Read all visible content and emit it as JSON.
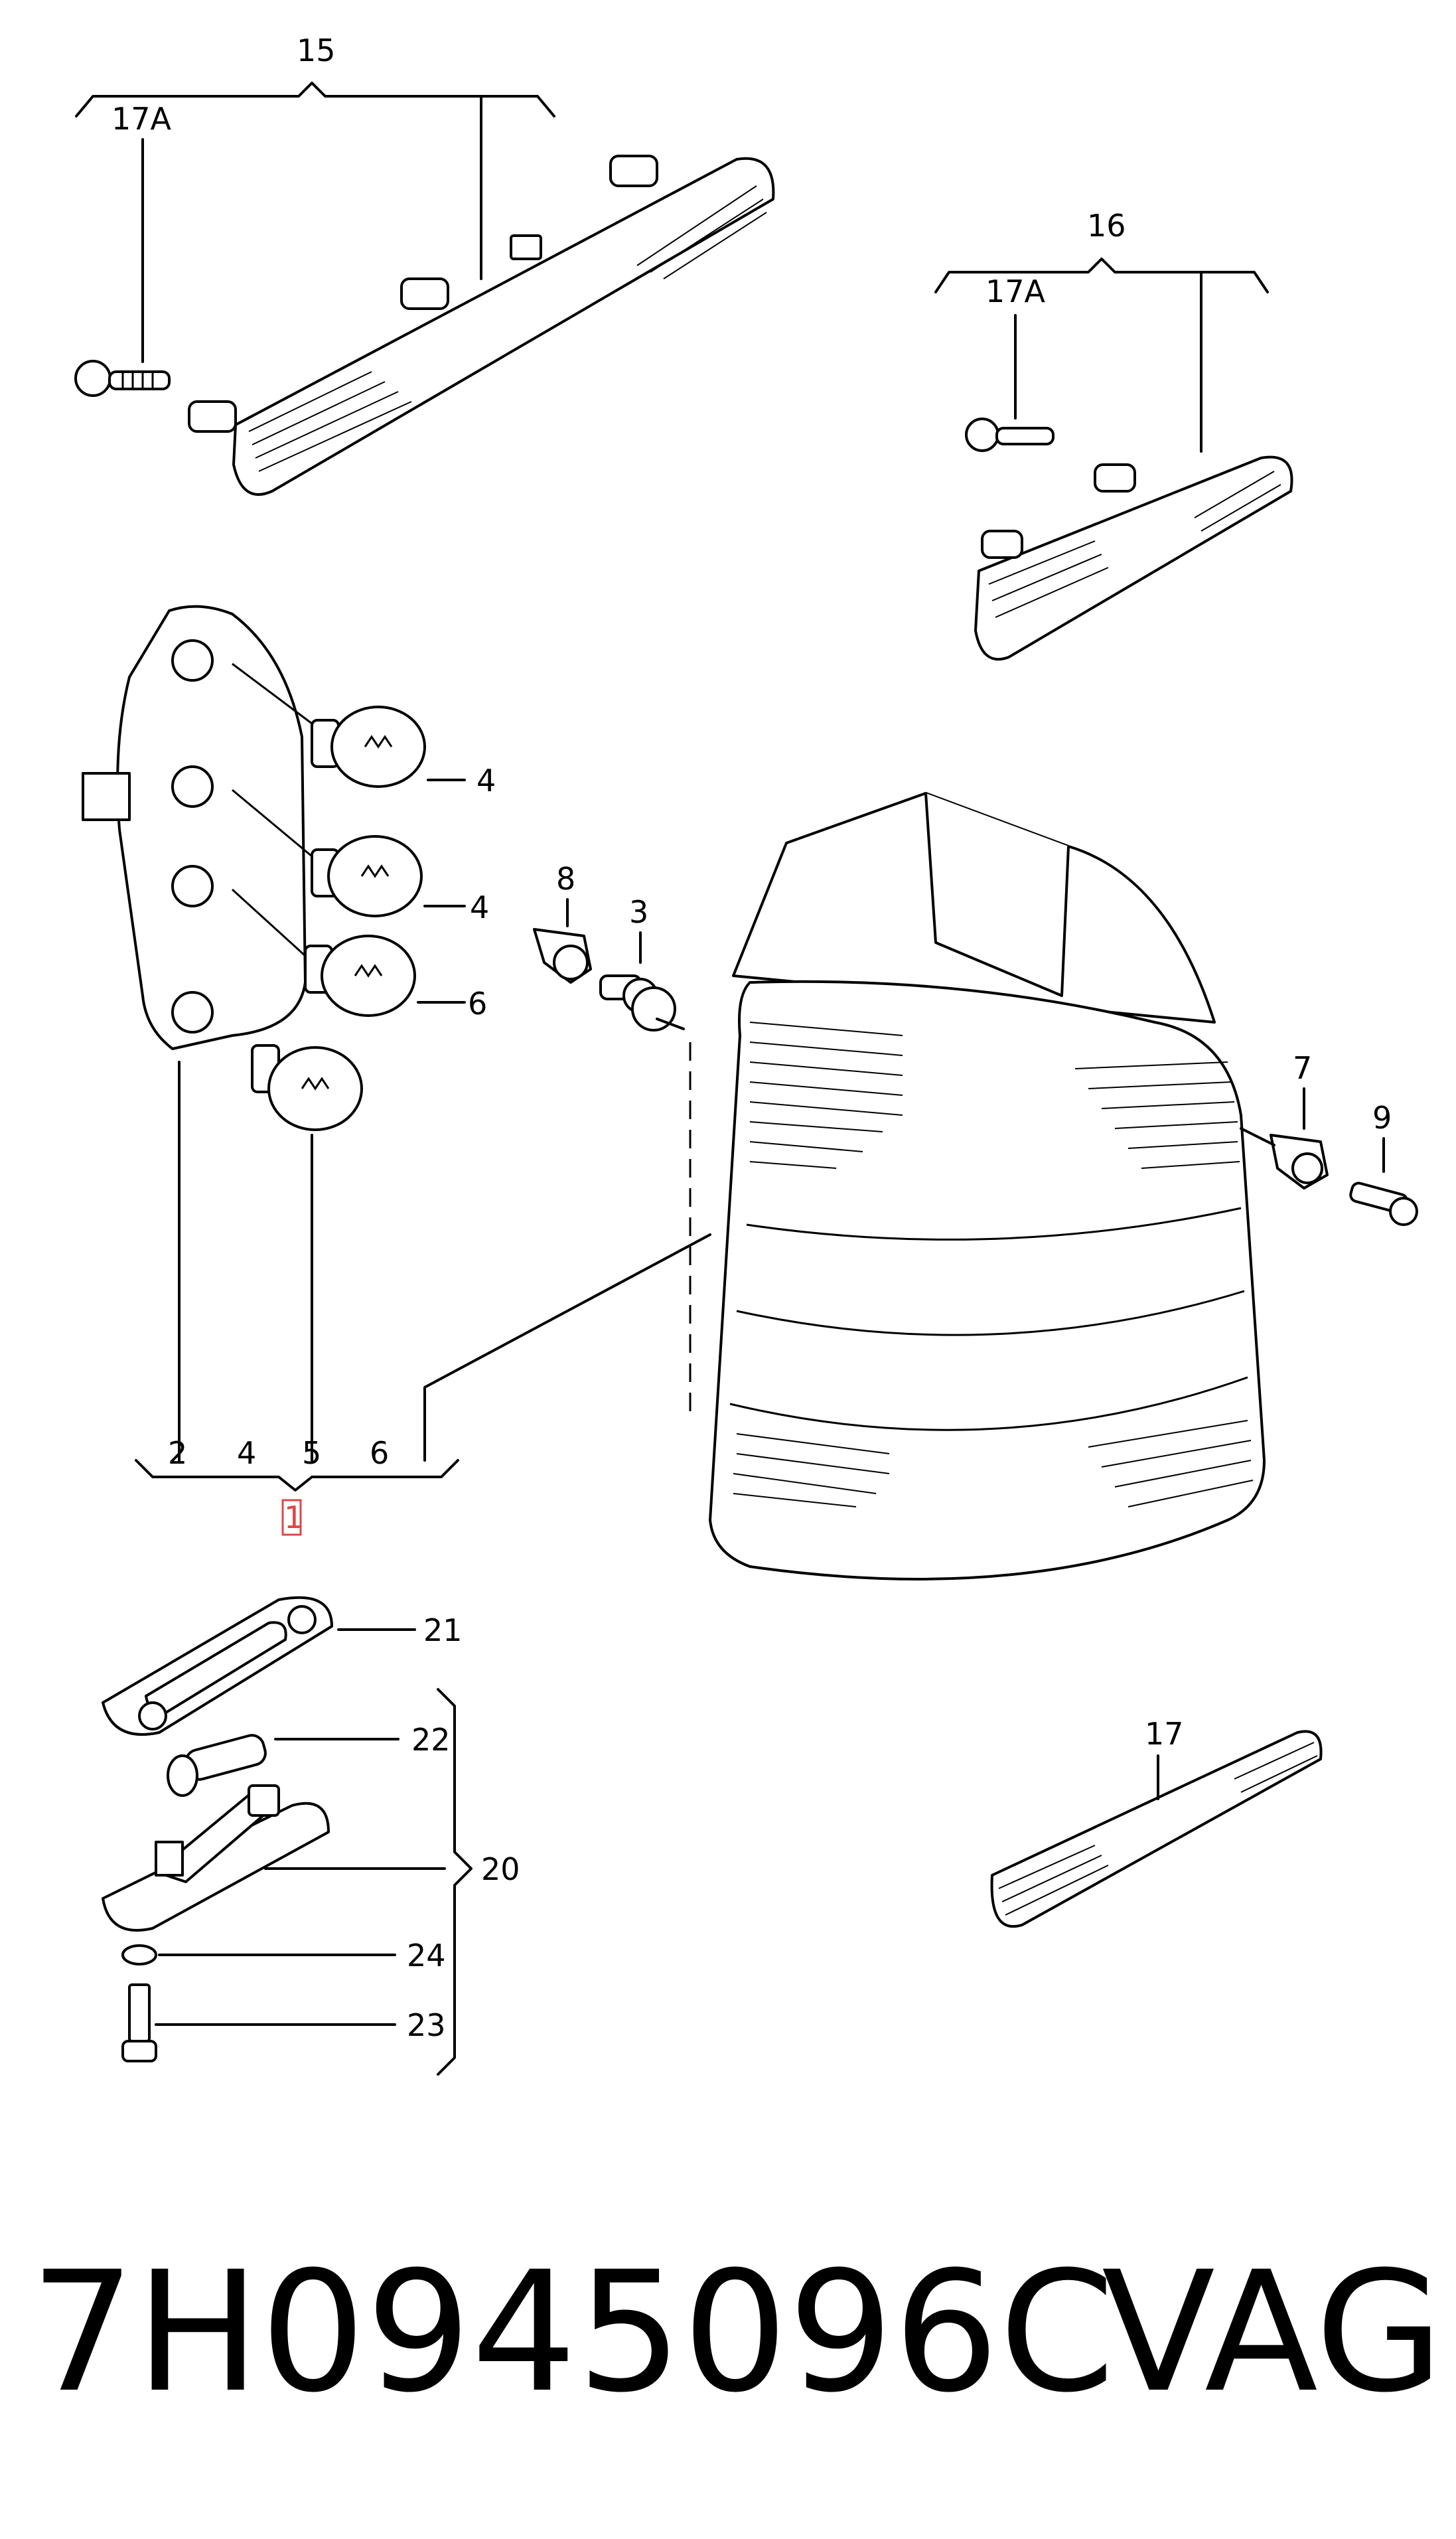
{
  "diagram": {
    "labels": {
      "l15": "15",
      "l17a_top": "17A",
      "l16": "16",
      "l17a_right": "17A",
      "l4a": "4",
      "l4b": "4",
      "l6": "6",
      "l8": "8",
      "l3": "3",
      "l7": "7",
      "l9": "9",
      "b2": "2",
      "b4": "4",
      "b5": "5",
      "b6": "6",
      "l1": "1",
      "l21": "21",
      "l22": "22",
      "l20": "20",
      "l24": "24",
      "l23": "23",
      "l17": "17"
    },
    "highlight_color": "#e04646"
  },
  "footer": {
    "part_number": "7H0945096C",
    "brand": "VAG"
  }
}
